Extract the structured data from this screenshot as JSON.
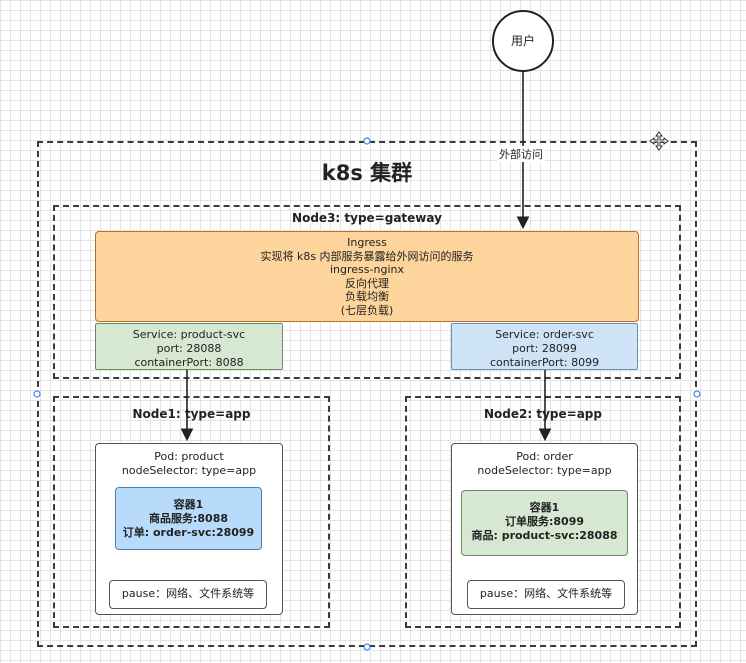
{
  "user": {
    "label": "用户"
  },
  "edge": {
    "external_access": "外部访问"
  },
  "cluster": {
    "title": "k8s 集群"
  },
  "node3": {
    "title": "Node3: type=gateway"
  },
  "ingress": {
    "lines": [
      "Ingress",
      "实现将 k8s 内部服务暴露给外网访问的服务",
      "ingress-nginx",
      "反向代理",
      "负载均衡",
      "(七层负载)"
    ]
  },
  "service_product": {
    "lines": [
      "Service: product-svc",
      "port: 28088",
      "containerPort: 8088"
    ]
  },
  "service_order": {
    "lines": [
      "Service: order-svc",
      "port: 28099",
      "containerPort: 8099"
    ]
  },
  "node1": {
    "title": "Node1: type=app"
  },
  "node2": {
    "title": "Node2: type=app"
  },
  "pod_product": {
    "lines": [
      "Pod: product",
      "nodeSelector: type=app"
    ],
    "container": [
      "容器1",
      "商品服务:8088",
      "订单: order-svc:28099"
    ],
    "pause": "pause：网络、文件系统等"
  },
  "pod_order": {
    "lines": [
      "Pod: order",
      "nodeSelector: type=app"
    ],
    "container": [
      "容器1",
      "订单服务:8099",
      "商品: product-svc:28088"
    ],
    "pause": "pause：网络、文件系统等"
  },
  "colors": {
    "ingress_fill": "#fdd49b",
    "service_product_fill": "#d6e8d2",
    "service_order_fill": "#cfe3f7",
    "container_product_fill": "#b8dbfb",
    "container_order_fill": "#d6e8d2"
  }
}
